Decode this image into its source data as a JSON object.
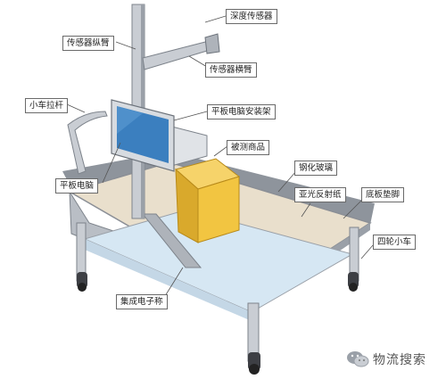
{
  "labels": {
    "depth_sensor": "深度传感器",
    "sensor_vertical_arm": "传感器纵臂",
    "sensor_horizontal_arm": "传感器横臂",
    "cart_handle": "小车拉杆",
    "tablet_mount": "平板电脑安装架",
    "tablet": "平板电脑",
    "measured_item": "被测商品",
    "tempered_glass": "钢化玻璃",
    "matte_reflective_paper": "亚光反射纸",
    "base_feet": "底板垫脚",
    "caster_cart": "四轮小车",
    "integrated_scale": "集成电子称"
  },
  "watermark": {
    "text": "物流搜索",
    "icon": "wechat-icon"
  },
  "colors": {
    "metal": "#c9cdd3",
    "metal_dark": "#9aa0a8",
    "table_top": "#e9dfcc",
    "box": "#f2c541",
    "box_side": "#d9a92c",
    "tablet_screen": "#3b7fbf",
    "shelf": "#d6e7f3"
  }
}
